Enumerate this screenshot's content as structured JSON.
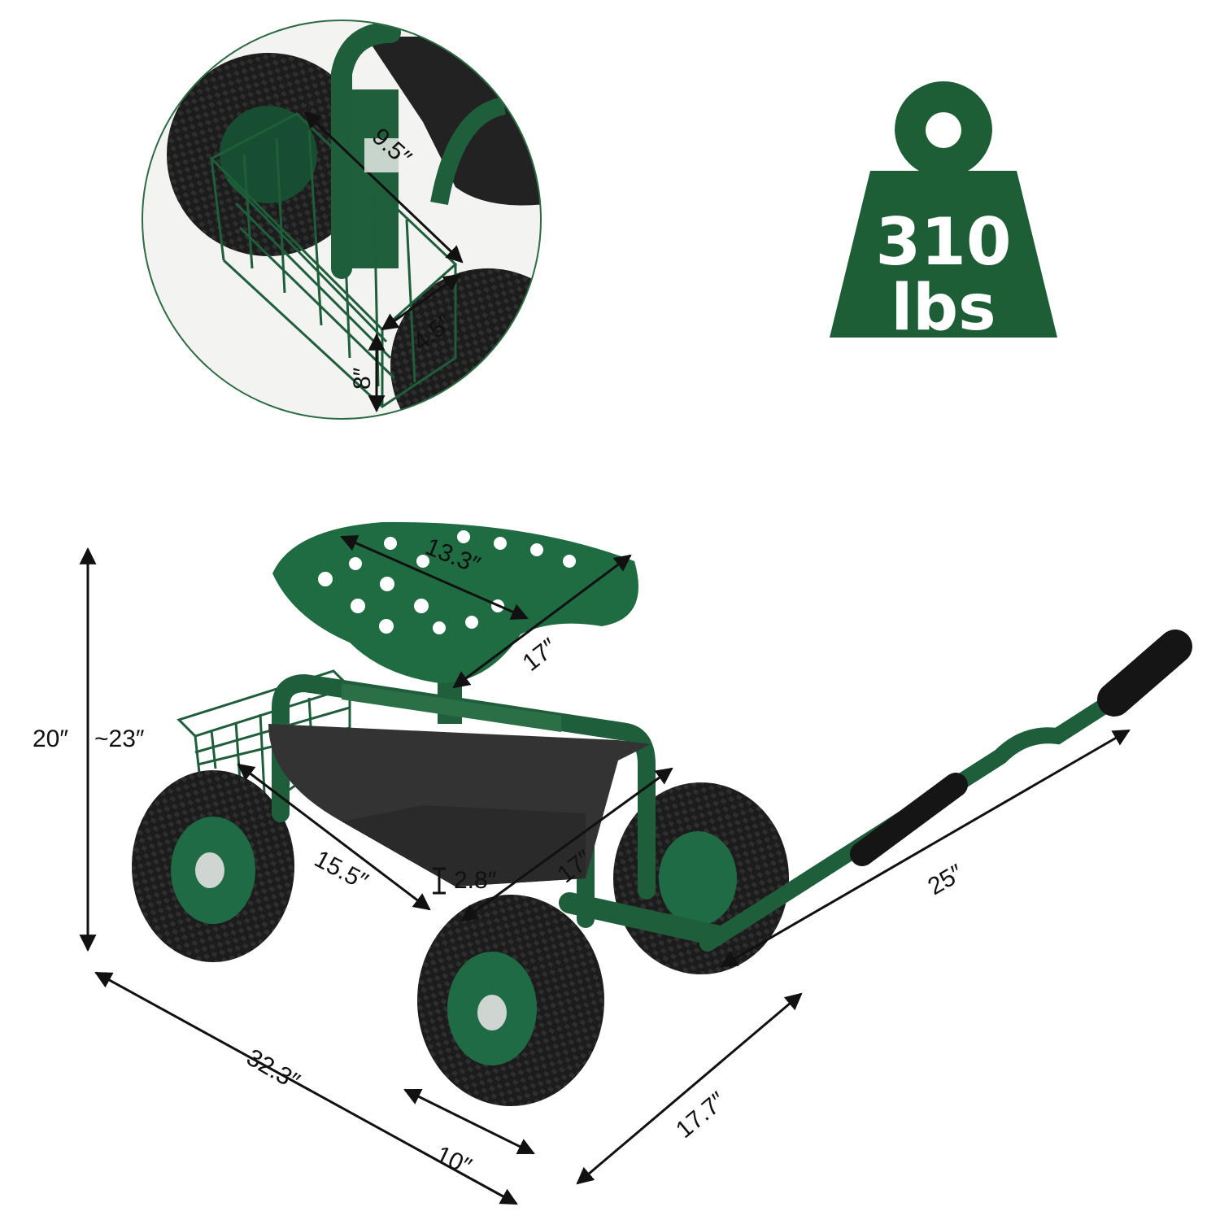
{
  "weight_badge": {
    "value": "310",
    "unit": "lbs"
  },
  "colors": {
    "frame_green": "#1e5e3b",
    "badge_green": "#1d5e36",
    "tire_black": "#1c1c1c",
    "tray_gray": "#3a3a3a"
  },
  "detail_inset": {
    "basket_width": "9.5″",
    "basket_depth": "4.5″",
    "basket_height": "8″"
  },
  "dimensions": {
    "seat_width": "13.3″",
    "seat_depth": "17″",
    "overall_height_min": "20″",
    "overall_height_max": "~23″",
    "tray_length": "15.5″",
    "tray_depth": "2.8″",
    "frame_depth": "17″",
    "handle_length": "25″",
    "overall_length": "32.3″",
    "wheel_diameter": "10″",
    "overall_width": "17.7″"
  }
}
